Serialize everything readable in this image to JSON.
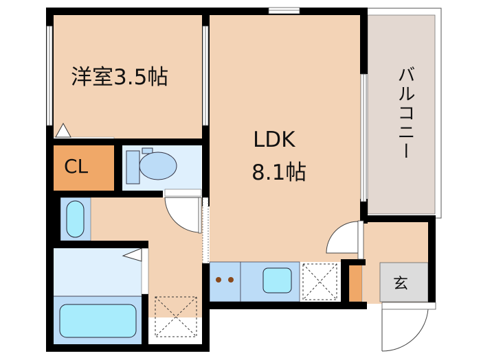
{
  "floorplan": {
    "rooms": {
      "western_room": {
        "label": "洋室3.5帖",
        "name": "洋室",
        "size_jo": 3.5
      },
      "ldk": {
        "label_line1": "LDK",
        "label_line2": "8.1帖",
        "name": "LDK",
        "size_jo": 8.1
      },
      "balcony": {
        "label": "バルコニー"
      },
      "closet": {
        "label": "CL"
      },
      "entrance": {
        "label": "玄"
      },
      "toilet": {
        "label": ""
      },
      "bathroom": {
        "label": ""
      },
      "washroom": {
        "label": ""
      }
    },
    "colors": {
      "floor": "#f3d3b6",
      "wall": "#000000",
      "wet_area": "#dff0fd",
      "fixture_blue": "#bcdcf7",
      "fixture_cyan": "#a8ecfc",
      "closet": "#f0a868",
      "balcony": "#e3d8d1",
      "entrance": "#dcdcdc",
      "burner": "#8a4a1c"
    }
  }
}
